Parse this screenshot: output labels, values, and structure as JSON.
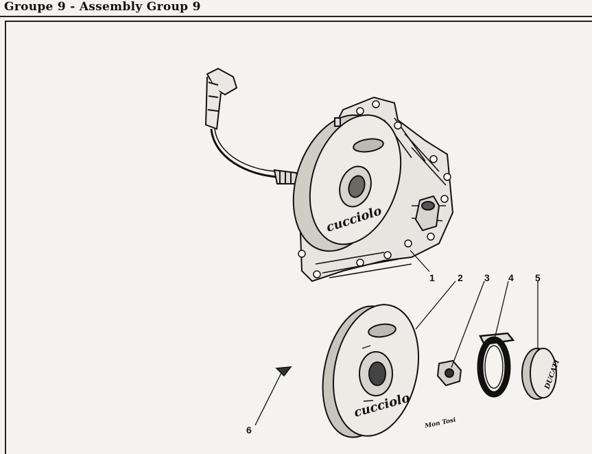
{
  "header": {
    "title": "Groupe 9 - Assembly Group 9"
  },
  "illustration": {
    "callouts": [
      "1",
      "2",
      "3",
      "4",
      "5",
      "6"
    ],
    "cover_text_top": "cucciolo",
    "cover_text_bottom": "cucciolo",
    "cap_text": "DUCATI",
    "signature": "Mon Tosi"
  }
}
